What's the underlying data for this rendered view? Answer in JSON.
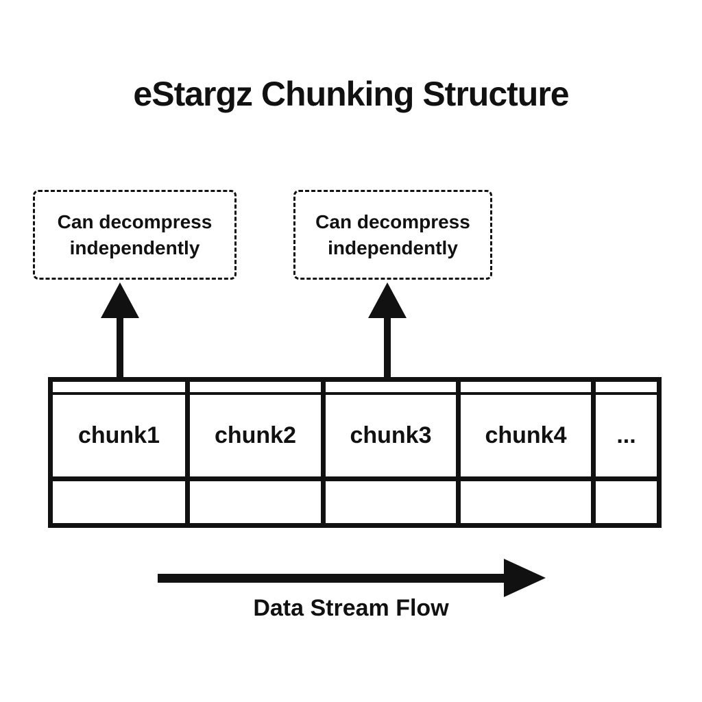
{
  "diagram": {
    "title": "eStargz Chunking Structure",
    "callouts": [
      {
        "line1": "Can decompress",
        "line2": "independently"
      },
      {
        "line1": "Can decompress",
        "line2": "independently"
      }
    ],
    "chunks": [
      "chunk1",
      "chunk2",
      "chunk3",
      "chunk4",
      "..."
    ],
    "flow_label": "Data Stream Flow",
    "colors": {
      "ink": "#111111",
      "background": "#ffffff"
    }
  }
}
